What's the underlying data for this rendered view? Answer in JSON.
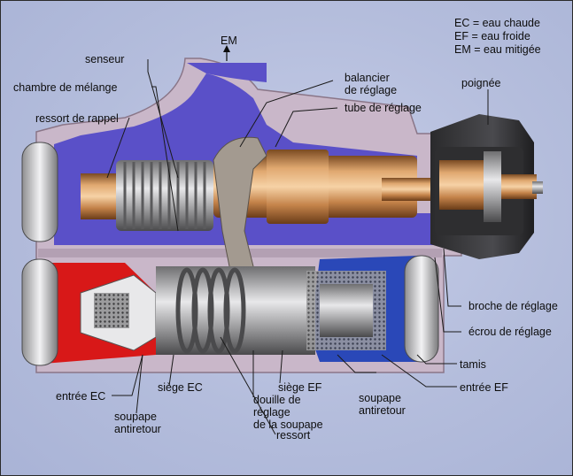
{
  "legend": {
    "line1": "EC = eau chaude",
    "line2": "EF = eau froide",
    "line3": "EM = eau mitigée"
  },
  "labels": {
    "em": "EM",
    "senseur": "senseur",
    "chambre": "chambre de mélange",
    "ressort_rappel": "ressort de rappel",
    "balancier_1": "balancier",
    "balancier_2": "de réglage",
    "tube": "tube de réglage",
    "poignee": "poignée",
    "broche": "broche de réglage",
    "ecrou": "écrou de réglage",
    "tamis": "tamis",
    "entree_ef": "entrée EF",
    "soupape_right_1": "soupape",
    "soupape_right_2": "antiretour",
    "siege_ef": "siège EF",
    "douille_1": "douille de",
    "douille_2": "réglage",
    "douille_3": "de la soupape",
    "ressort": "ressort",
    "siege_ec": "siège EC",
    "entree_ec": "entrée EC",
    "soupape_left_1": "soupape",
    "soupape_left_2": "antiretour"
  },
  "colors": {
    "background": "#b9c2e0",
    "housing": "#c9b7c9",
    "mixed_water": "#5a50c8",
    "hot_water": "#d81818",
    "cold_water": "#2a48b8",
    "brass": "#c88a52",
    "handle": "#3a3a3c"
  }
}
